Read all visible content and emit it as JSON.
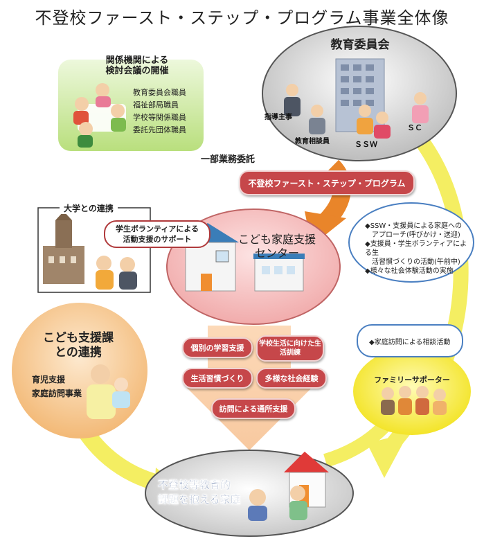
{
  "title": "不登校ファースト・ステップ・プログラム事業全体像",
  "council": {
    "heading_line1": "関係機関による",
    "heading_line2": "検討会議の開催",
    "members": [
      "教育委員会職員",
      "福祉部局職員",
      "学校等関係職員",
      "委託先団体職員"
    ]
  },
  "board": {
    "title": "教育委員会",
    "roles": [
      "指導主事",
      "教育相談員",
      "ＳＳＷ",
      "ＳＣ"
    ]
  },
  "outsourcing_label": "一部業務委託",
  "program_label": "不登校ファースト・ステップ・プログラム",
  "program_bubble": [
    "◆SSW・支援員による家庭への",
    "アプローチ(呼びかけ・送迎)",
    "◆支援員・学生ボランティアによる生",
    "活習慣づくりの活動(午前中)",
    "◆様々な社会体験活動の実施"
  ],
  "university": {
    "label": "大学との連携",
    "support_line1": "学生ボランティアによる",
    "support_line2": "活動支援のサポート"
  },
  "center": {
    "title_line1": "こども家庭支援",
    "title_line2": "センター",
    "services": [
      "個別の学習支援",
      "学校生活に向けた生活訓練",
      "生活習慣づくり",
      "多様な社会経験",
      "訪問による通所支援"
    ]
  },
  "child_support": {
    "title_line1": "こども支援課",
    "title_line2": "との連携",
    "items": [
      "育児支援",
      "家庭訪問事業"
    ]
  },
  "family_supporter": {
    "label": "ファミリーサポーター",
    "bubble": "◆家庭訪問による相談活動"
  },
  "families": {
    "line1": "不登校等教育的",
    "line2": "課題を抱える家庭"
  },
  "colors": {
    "accent_red": "#c6474a",
    "arrow_yellow": "#f3ea4a",
    "arrow_orange": "#e9852a",
    "council_green": "#c9e89c",
    "center_pink": "#f4b7b7",
    "child_support_orange": "#f6c68c",
    "supporter_yellow": "#f8ec2e",
    "board_gray": "#d6d6d6"
  }
}
